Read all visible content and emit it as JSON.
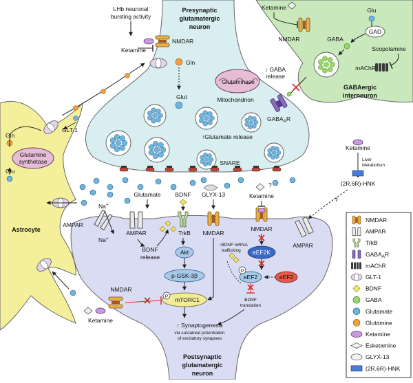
{
  "colors": {
    "presynaptic": "#d8eef0",
    "postsynaptic": "#d9dcf2",
    "astrocyte": "#f3ef9a",
    "interneuron": "#c9e9bd",
    "glutamate": "#6fb4dd",
    "glutamine": "#f0a03c",
    "gaba": "#9bd46a",
    "bdnf": "#f2e46a",
    "ketamine": "#c89be0",
    "inhibit": "#d0312d"
  },
  "labels": {
    "presynaptic_title": [
      "Presynaptic",
      "glutamatergic",
      "neuron"
    ],
    "postsynaptic_title": [
      "Postsynaptic",
      "glutamatergic",
      "neuron"
    ],
    "interneuron_title": [
      "GABAergic",
      "interneuron"
    ],
    "astrocyte_title": "Astrocyte",
    "lhb": [
      "LHb neuronal",
      "bursting activity"
    ],
    "nmdar": "NMDAR",
    "ampar": "AMPAR",
    "ketamine": "Ketamine",
    "gln": "Gln",
    "glu": "Glu",
    "glut": "Glut",
    "glutaminase": "Glutaminase",
    "mitochondrion": "Mitochondrion",
    "gaba": "GABA",
    "gad": "GAD",
    "scopolamine": "Scopolamine",
    "machr": "mAChR",
    "gaba_release": [
      "↓ GABA",
      "release"
    ],
    "gabaar": "GABA",
    "gabaar_sub": "A",
    "gabaar_r": "R",
    "glutamate_release": "↑Glutamate release",
    "snare": "SNARE",
    "glt1": "GLT-1",
    "glutamine_synthetase": [
      "Glutamine",
      "synthetase"
    ],
    "glutamate": "Glutamate",
    "bdnf": "BDNF",
    "glyx": "GLYX-13",
    "na": "Na",
    "na_sup": "+",
    "bdnf_release": [
      "BDNF",
      "release"
    ],
    "trkb": "TrkB",
    "akt": "Akt",
    "gsk": "p-GSK-3β",
    "mtorc1": "mTORC1",
    "p": "P",
    "eef2k": "eEF2K",
    "eef2": "eEF2",
    "bdnf_mrna": [
      "↑BDNF mRNA",
      "trafficking"
    ],
    "bdnf_translation": [
      "BDNF",
      "translation"
    ],
    "synaptogenesis": "↑ Synaptogenesis",
    "synapto_sub": [
      "via sustained potentiation",
      "of excitatory synapses"
    ],
    "liver": [
      "Liver",
      "Metabolism"
    ],
    "hnk": "(2R,6R)-HNK",
    "question": "?"
  },
  "legend": {
    "items": [
      {
        "icon": "nmdar-icon",
        "label": "NMDAR"
      },
      {
        "icon": "ampar-icon",
        "label": "AMPAR"
      },
      {
        "icon": "trkb-icon",
        "label": "TrkB"
      },
      {
        "icon": "gabaar-icon",
        "label": "GABA",
        "sub": "A",
        "suffix": "R"
      },
      {
        "icon": "machr-icon",
        "label": "mAChR"
      },
      {
        "icon": "glt1-icon",
        "label": "GLT-1"
      },
      {
        "icon": "bdnf-icon",
        "label": "BDNF"
      },
      {
        "icon": "gaba-icon",
        "label": "GABA"
      },
      {
        "icon": "glutamate-icon",
        "label": "Glutamate"
      },
      {
        "icon": "glutamine-icon",
        "label": "Glutamine"
      },
      {
        "icon": "ketamine-icon",
        "label": "Ketamine"
      },
      {
        "icon": "esketamine-icon",
        "label": "Esketamine"
      },
      {
        "icon": "glyx13-icon",
        "label": "GLYX-13"
      },
      {
        "icon": "hnk-icon",
        "label": "(2R,6R)-HNK"
      }
    ]
  }
}
